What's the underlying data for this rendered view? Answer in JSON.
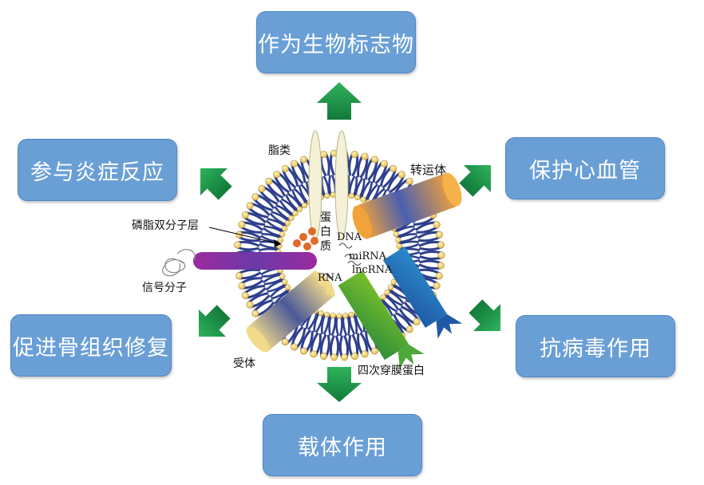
{
  "boxes": {
    "top": "作为生物标志物",
    "upper_left": "参与炎症反应",
    "upper_right": "保护心血管",
    "lower_left": "促进骨组织修复",
    "lower_right": "抗病毒作用",
    "bottom": "载体作用"
  },
  "labels": {
    "lipid": "脂类",
    "transporter": "转运体",
    "phospholipid_bilayer": "磷脂双分子层",
    "protein_1": "蛋",
    "protein_2": "白",
    "protein_3": "质",
    "dna": "DNA",
    "mirna": "miRNA",
    "lncrna": "lncRNA",
    "rna": "RNA",
    "signal_molecule": "信号分子",
    "receptor": "受体",
    "tetraspanin": "四次穿膜蛋白"
  },
  "colors": {
    "box_fill": "#6a9fd6",
    "arrow_green": "#1f9a4c",
    "lipid_head": "#f2d37a",
    "lipid_tail": "#2e3f8c"
  }
}
